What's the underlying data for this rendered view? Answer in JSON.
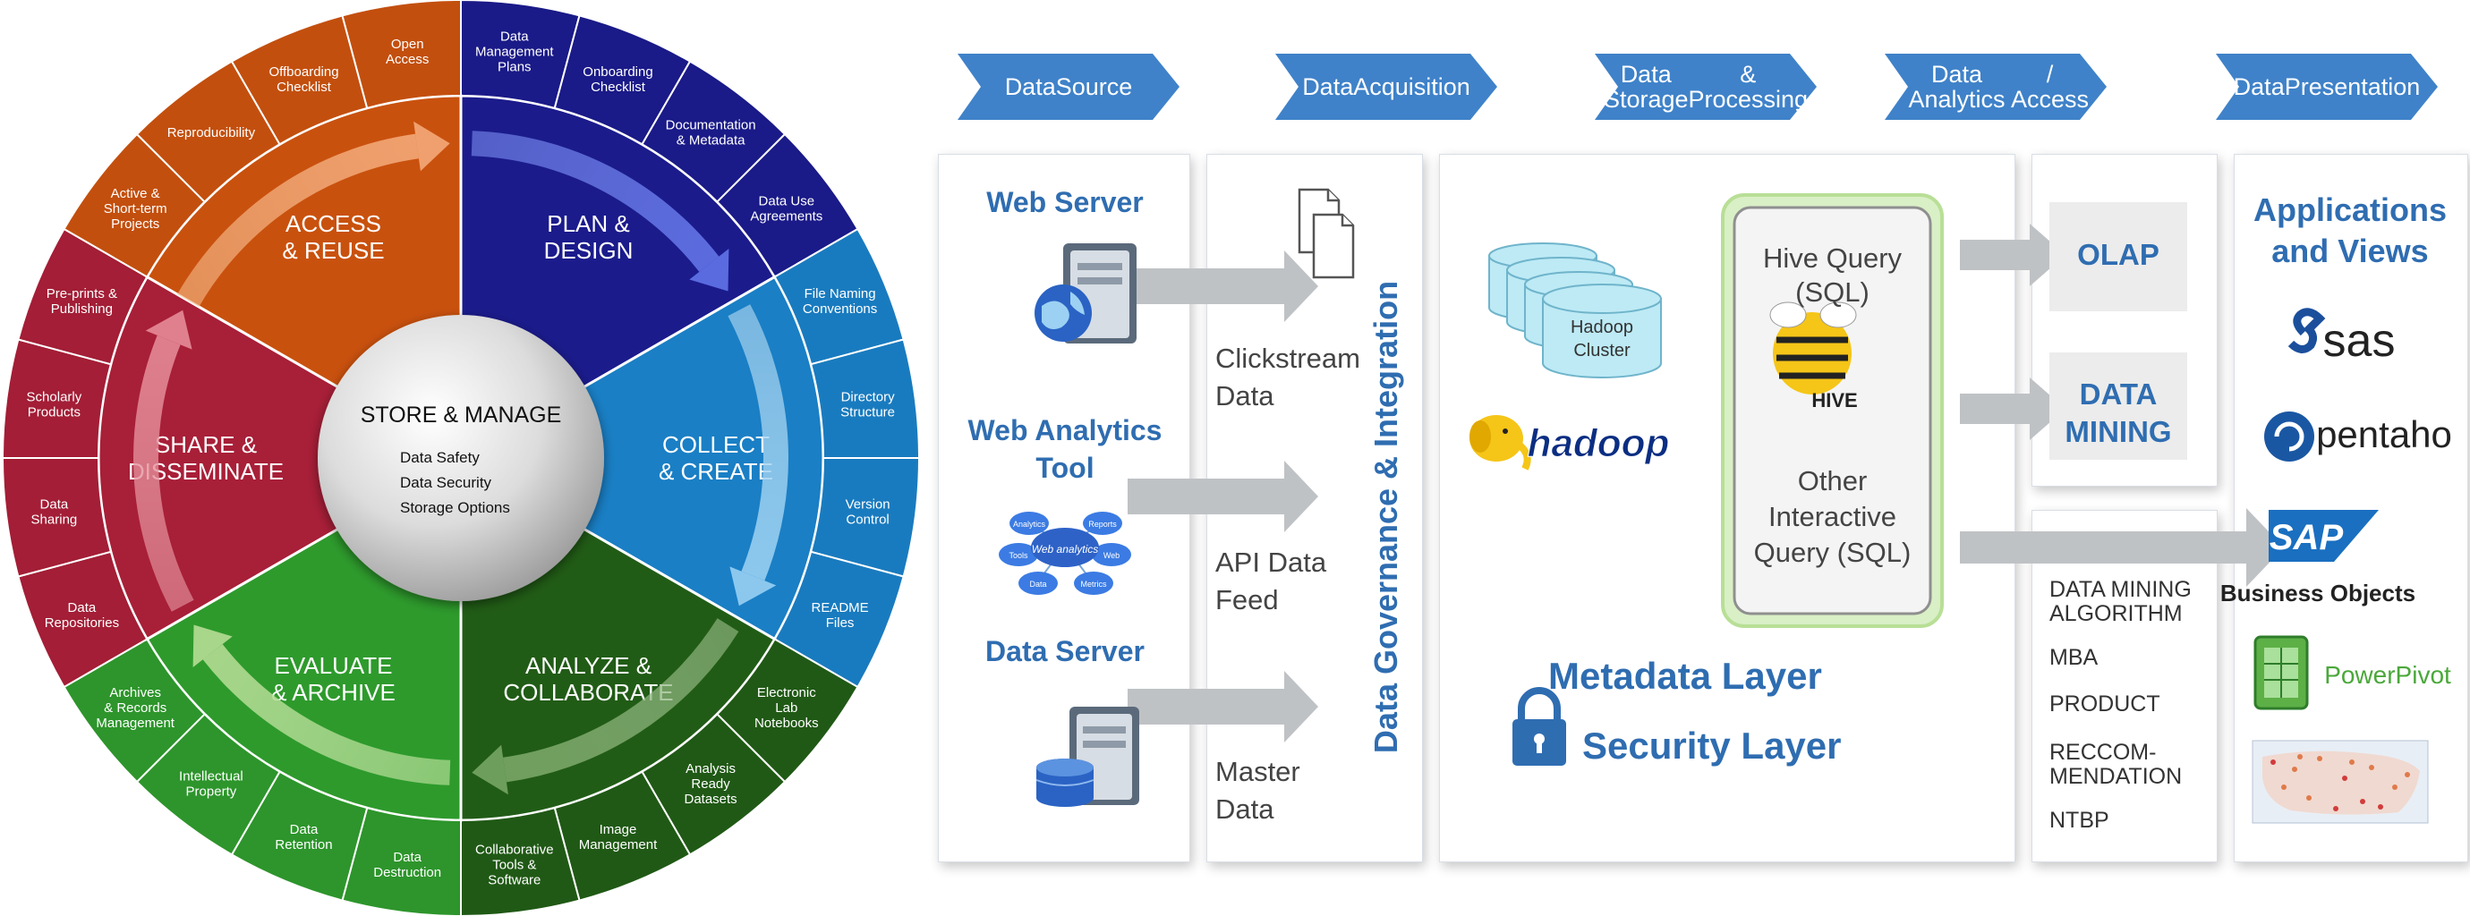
{
  "wheel": {
    "center": {
      "title": "STORE & MANAGE",
      "items": [
        "Data Safety",
        "Data Security",
        "Storage Options"
      ]
    },
    "sectors": [
      {
        "id": "plan",
        "label": [
          "PLAN &",
          "DESIGN"
        ],
        "color": "#1b1b8c",
        "items": [
          [
            "Data",
            "Management",
            "Plans"
          ],
          [
            "Onboarding",
            "Checklist"
          ],
          [
            "Documentation",
            "& Metadata"
          ],
          [
            "Data Use",
            "Agreements"
          ]
        ]
      },
      {
        "id": "collect",
        "label": [
          "COLLECT",
          "& CREATE"
        ],
        "color": "#1a7fc5",
        "items": [
          [
            "File Naming",
            "Conventions"
          ],
          [
            "Directory",
            "Structure"
          ],
          [
            "Version",
            "Control"
          ],
          [
            "README",
            "Files"
          ]
        ]
      },
      {
        "id": "analyze",
        "label": [
          "ANALYZE &",
          "COLLABORATE"
        ],
        "color": "#215c16",
        "items": [
          [
            "Electronic",
            "Lab",
            "Notebooks"
          ],
          [
            "Analysis",
            "Ready",
            "Datasets"
          ],
          [
            "Image",
            "Management"
          ],
          [
            "Collaborative",
            "Tools &",
            "Software"
          ]
        ]
      },
      {
        "id": "evaluate",
        "label": [
          "EVALUATE",
          "& ARCHIVE"
        ],
        "color": "#2e9a2c",
        "items": [
          [
            "Data",
            "Destruction"
          ],
          [
            "Data",
            "Retention"
          ],
          [
            "Intellectual",
            "Property"
          ],
          [
            "Archives",
            "& Records",
            "Management"
          ]
        ]
      },
      {
        "id": "share",
        "label": [
          "SHARE &",
          "DISSEMINATE"
        ],
        "color": "#a81f38",
        "items": [
          [
            "Data",
            "Repositories"
          ],
          [
            "Data",
            "Sharing"
          ],
          [
            "Scholarly",
            "Products"
          ],
          [
            "Pre-prints &",
            "Publishing"
          ]
        ]
      },
      {
        "id": "access",
        "label": [
          "ACCESS",
          "& REUSE"
        ],
        "color": "#c9510e",
        "items": [
          [
            "Active &",
            "Short-term",
            "Projects"
          ],
          [
            "Reproducibility"
          ],
          [
            "Offboarding",
            "Checklist"
          ],
          [
            "Open",
            "Access"
          ]
        ]
      }
    ]
  },
  "architecture": {
    "stages": [
      "Data|Source",
      "Data|Acquisition",
      "Data Storage|& Processing",
      "Data Analytics|/ Access",
      "Data|Presentation"
    ],
    "sources": {
      "web_server": "Web Server",
      "web_analytics": "Web Analytics|Tool",
      "data_server": "Data Server",
      "web_analytics_bubbles": [
        "Analytics",
        "Reports",
        "Tools",
        "Web",
        "Data",
        "Metrics"
      ],
      "web_analytics_center": "Web analytics"
    },
    "acquisition": {
      "clickstream": "Clickstream|Data",
      "api": "API Data|Feed",
      "master": "Master|Data",
      "governance": "Data Governance & Integration"
    },
    "storage": {
      "hadoop_cluster": "Hadoop|Cluster",
      "hadoop_logo": "hadoop",
      "hive_query": "Hive Query|(SQL)",
      "hive_logo": "HIVE",
      "other_query": "Other|Interactive|Query (SQL)",
      "metadata_layer": "Metadata Layer",
      "security_layer": "Security Layer"
    },
    "analytics": {
      "olap": "OLAP",
      "data_mining": "DATA|MINING",
      "list": [
        "DATA MINING|ALGORITHM",
        "MBA",
        "PRODUCT",
        "RECCOM-|MENDATION",
        "NTBP"
      ]
    },
    "presentation": {
      "title": "Applications|and Views",
      "sas": "sas",
      "pentaho": "pentaho",
      "sap": "SAP",
      "business_objects": "Business Objects",
      "powerpivot": "PowerPivot"
    }
  },
  "colors": {
    "chevron": "#3f82c9",
    "heading_blue": "#2f6db1",
    "arrow_gray": "#bfc2c5",
    "hive_green": "#b8df96"
  }
}
